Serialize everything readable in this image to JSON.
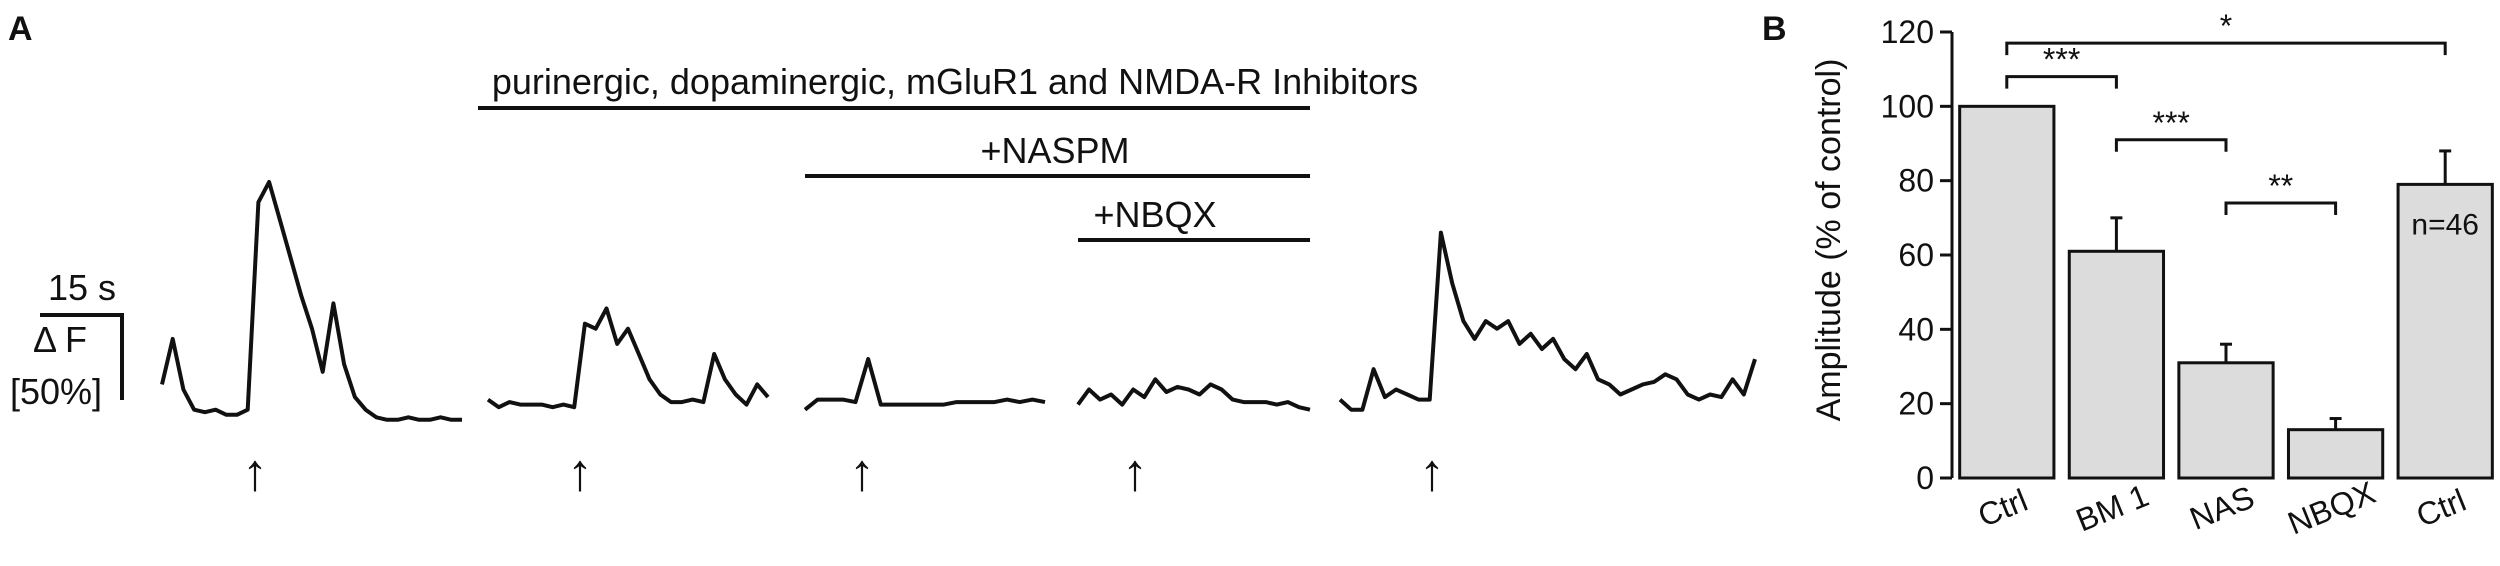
{
  "panel_a": {
    "panel_label": "A",
    "bars": [
      {
        "label": "purinergic, dopaminergic, mGluR1 and NMDA-R Inhibitors",
        "covers_traces": [
          2,
          3,
          4
        ]
      },
      {
        "label": "+NASPM",
        "covers_traces": [
          3,
          4
        ]
      },
      {
        "label": "+NBQX",
        "covers_traces": [
          4
        ]
      }
    ],
    "scale_bar": {
      "time_label": "15 s",
      "amp_label_1": "Δ F",
      "amp_label_2": "[50%]"
    },
    "traces": [
      [
        20,
        38,
        18,
        10,
        9,
        10,
        8,
        8,
        10,
        92,
        100,
        85,
        70,
        55,
        42,
        25,
        52,
        28,
        15,
        10,
        7,
        6,
        6,
        7,
        6,
        6,
        7,
        6,
        6
      ],
      [
        14,
        11,
        13,
        12,
        12,
        12,
        11,
        12,
        11,
        44,
        42,
        50,
        36,
        42,
        32,
        22,
        16,
        13,
        13,
        14,
        13,
        32,
        22,
        16,
        12,
        20,
        15
      ],
      [
        10,
        14,
        14,
        14,
        13,
        30,
        12,
        12,
        12,
        12,
        12,
        12,
        13,
        13,
        13,
        13,
        14,
        13,
        14,
        13
      ],
      [
        12,
        18,
        14,
        16,
        12,
        18,
        15,
        22,
        17,
        19,
        18,
        16,
        20,
        18,
        14,
        13,
        13,
        13,
        12,
        13,
        11,
        10
      ],
      [
        14,
        10,
        10,
        26,
        15,
        18,
        16,
        14,
        14,
        80,
        60,
        45,
        38,
        45,
        42,
        45,
        36,
        40,
        34,
        38,
        30,
        26,
        32,
        22,
        20,
        16,
        18,
        20,
        21,
        24,
        22,
        16,
        14,
        16,
        15,
        22,
        16,
        30
      ]
    ],
    "stimulus_arrow": "↑"
  },
  "chart_data": {
    "type": "bar",
    "panel_label": "B",
    "categories": [
      "Ctrl",
      "BM 1",
      "NAS",
      "NBQX",
      "Ctrl"
    ],
    "values": [
      100,
      61,
      31,
      13,
      79
    ],
    "errors": [
      0,
      9,
      5,
      3,
      9
    ],
    "ylabel": "Amplitude (% of control)",
    "xlabel": "",
    "ylim": [
      0,
      120
    ],
    "yticks": [
      0,
      20,
      40,
      60,
      80,
      100,
      120
    ],
    "grid": false,
    "bar_color": "#dcdcdc",
    "annotation": "n=46",
    "significance": [
      {
        "from": 0,
        "to": 1,
        "label": "***"
      },
      {
        "from": 1,
        "to": 2,
        "label": "***"
      },
      {
        "from": 2,
        "to": 3,
        "label": "**"
      },
      {
        "from": 0,
        "to": 4,
        "label": "*"
      }
    ]
  }
}
